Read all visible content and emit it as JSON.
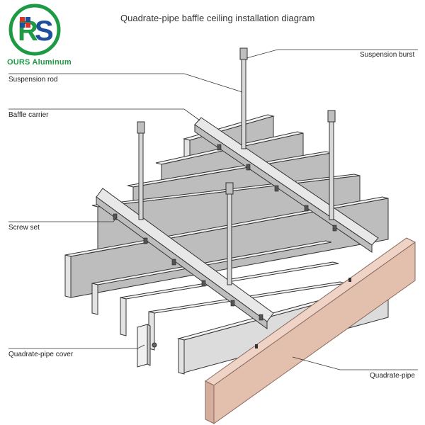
{
  "title": "Quadrate-pipe baffle ceiling installation diagram",
  "logo": {
    "brand": "OURS Aluminum",
    "colors": {
      "green": "#1e9a44",
      "blue": "#1f4e9c",
      "red": "#e0302a"
    }
  },
  "labels": {
    "suspension_burst": "Suspension burst",
    "suspension_rod": "Suspension rod",
    "baffle_carrier": "Baffle carrier",
    "screw_set": "Screw set",
    "quadrate_pipe_cover": "Quadrate-pipe cover",
    "quadrate_pipe": "Quadrate-pipe"
  },
  "colors": {
    "baffle": "#e3e3e3",
    "baffle_side": "#bdbdbd",
    "carrier": "#cfcfcf",
    "wood": "#e3bfae",
    "wood_edge": "#b48a78",
    "line": "#333333"
  }
}
